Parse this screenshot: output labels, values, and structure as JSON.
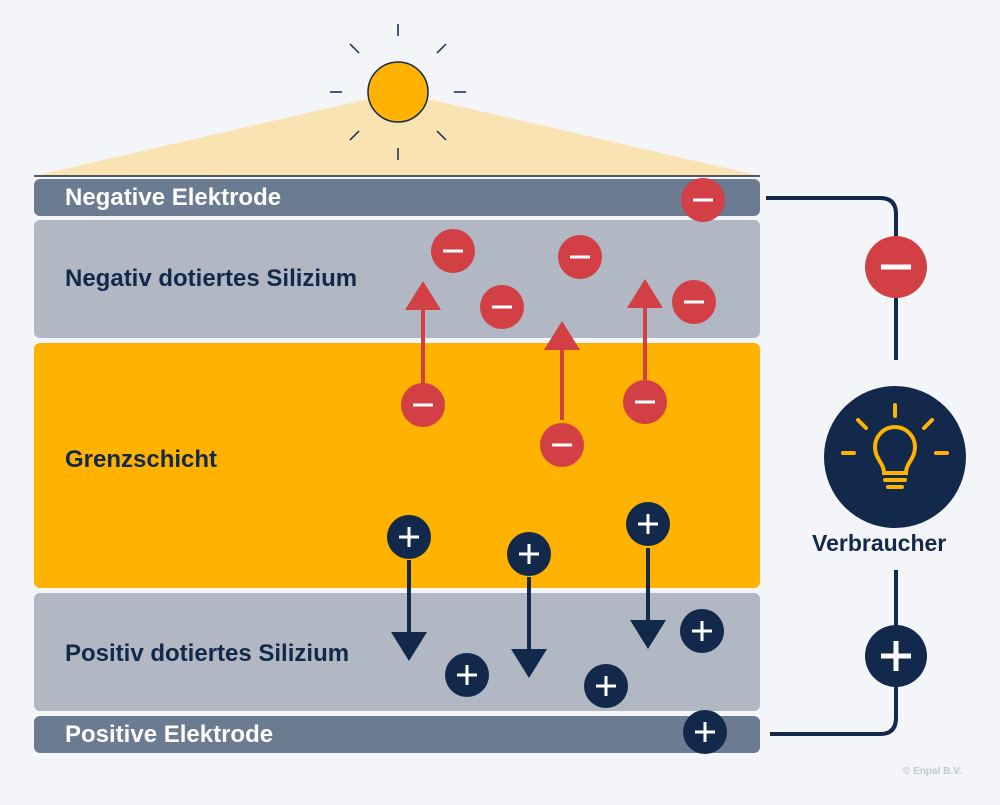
{
  "layers": {
    "negative_electrode": "Negative Elektrode",
    "n_silicon": "Negativ dotiertes Silizium",
    "junction": "Grenzschicht",
    "p_silicon": "Positiv dotiertes Silizium",
    "positive_electrode": "Positive Elektrode"
  },
  "consumer": {
    "label": "Verbraucher",
    "icon": "lightbulb-icon"
  },
  "copyright": "© Enpal B.V.",
  "colors": {
    "electrode": "#6b7b91",
    "silicon": "#b1b8c3",
    "junction": "#ffb200",
    "electron": "#d23f44",
    "hole": "#13294b",
    "sun": "#ffb200",
    "light": "#f9e3b3"
  },
  "icons": {
    "sun": "sun-icon",
    "electron": "minus-icon",
    "hole": "plus-icon",
    "arrow": "arrow-icon"
  }
}
